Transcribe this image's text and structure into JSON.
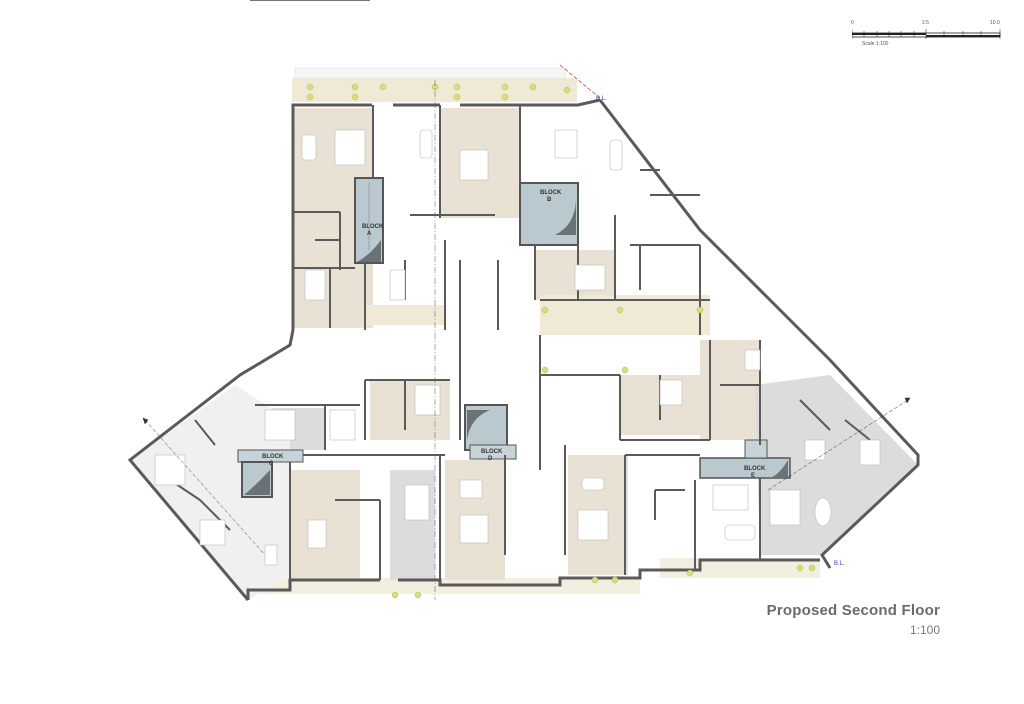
{
  "drawing": {
    "title": "Proposed Second Floor",
    "scale": "1:100"
  },
  "scale_bar": {
    "ticks": [
      "0",
      "2.5",
      "10.0"
    ],
    "caption": "Scale 1:100"
  },
  "blocks": [
    {
      "id": "A",
      "label": "BLOCK",
      "letter": "A"
    },
    {
      "id": "B",
      "label": "BLOCK",
      "letter": "B"
    },
    {
      "id": "C",
      "label": "BLOCK",
      "letter": "C"
    },
    {
      "id": "D",
      "label": "BLOCK",
      "letter": "D"
    },
    {
      "id": "E",
      "label": "BLOCK",
      "letter": "E"
    }
  ],
  "building_line_labels": [
    "B.L.",
    "B.L."
  ],
  "colors": {
    "wall": "#5a5a5a",
    "apartment_fill": "#e9e1d3",
    "common_fill": "#ffffff",
    "stair_fill": "#b9c9cf",
    "grey_unit_fill": "#dcdcdc",
    "terrace_fill": "#efe9d6",
    "plant_yellow": "#d9dd7a",
    "building_line": "#c04060"
  }
}
